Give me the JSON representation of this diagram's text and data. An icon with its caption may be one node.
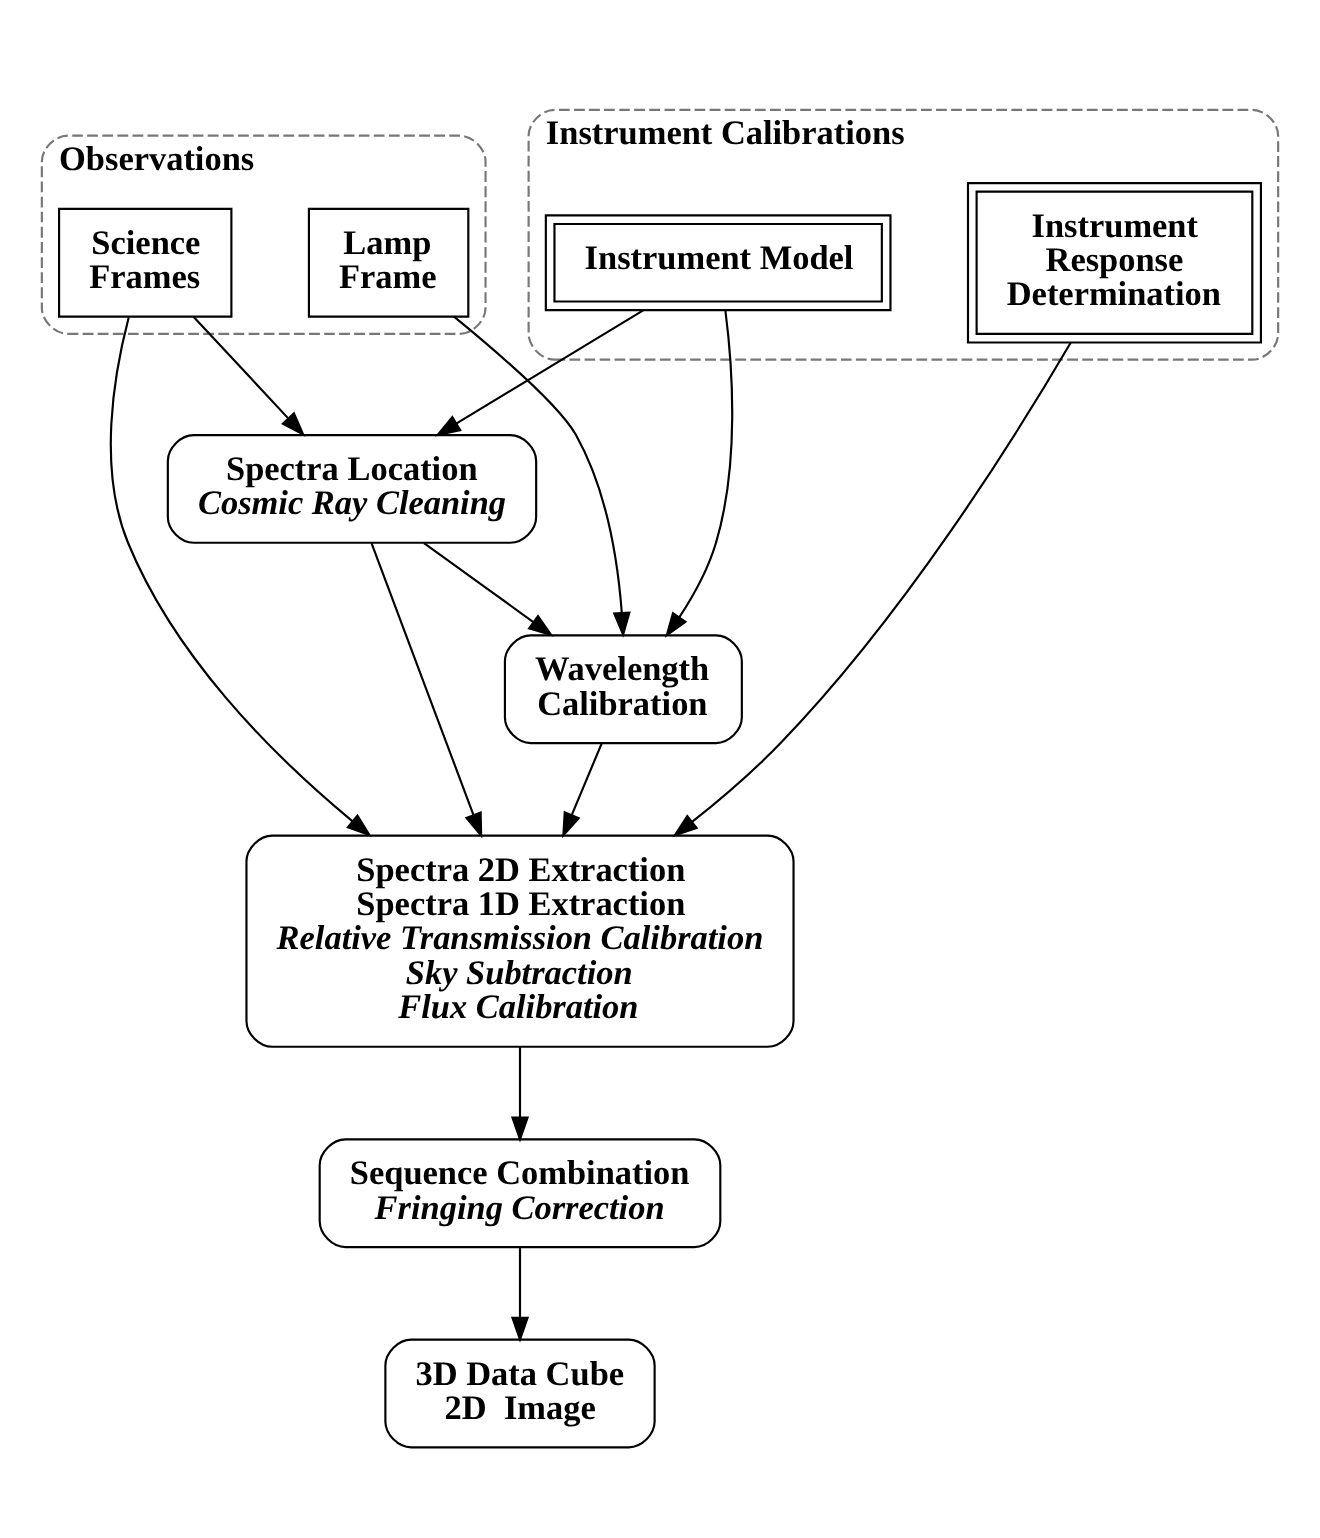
{
  "diagram": {
    "nodes": [
      {
        "text": [
          "Observations"
        ]
      },
      {
        "text": [
          "Science Frames"
        ],
        "in": 0
      },
      {
        "text": [
          "Lamp Frame"
        ],
        "in": 0
      },
      {
        "text": [
          "Instrument Calibrations"
        ]
      },
      {
        "text": [
          "Instrument Model"
        ],
        "in": 3
      },
      {
        "text": [
          "Instrument Response Determination"
        ],
        "in": 3
      },
      {
        "text": [
          "Spectra Location",
          "Cosmic Ray Cleaning"
        ]
      },
      {
        "text": [
          "Wavelength Calibration"
        ]
      },
      {
        "text": [
          "Spectra 2D Extraction",
          "Spectra 1D Extraction",
          "Relative Transmission Calibration",
          "Sky Subtraction",
          "Flux Calibration"
        ]
      },
      {
        "text": [
          "3D Data Cube",
          "2D  Image"
        ]
      },
      {
        "text": [
          "Sequence Combination",
          "Fringing Correction"
        ]
      }
    ],
    "edges": [
      {
        "from": 1,
        "to": 6,
        "arrow": "to"
      },
      {
        "from": 1,
        "to": 8,
        "arrow": "to"
      },
      {
        "from": 2,
        "to": 7,
        "arrow": "to"
      },
      {
        "from": 4,
        "to": 6,
        "arrow": "to"
      },
      {
        "from": 4,
        "to": 7,
        "arrow": "to"
      },
      {
        "from": 6,
        "to": 7,
        "arrow": "to"
      },
      {
        "from": 6,
        "to": 8,
        "arrow": "to"
      },
      {
        "from": 7,
        "to": 8,
        "arrow": "to"
      },
      {
        "from": 5,
        "to": 8,
        "arrow": "to"
      },
      {
        "from": 8,
        "to": 10,
        "arrow": "to"
      },
      {
        "from": 10,
        "to": 9,
        "arrow": "to"
      }
    ]
  }
}
